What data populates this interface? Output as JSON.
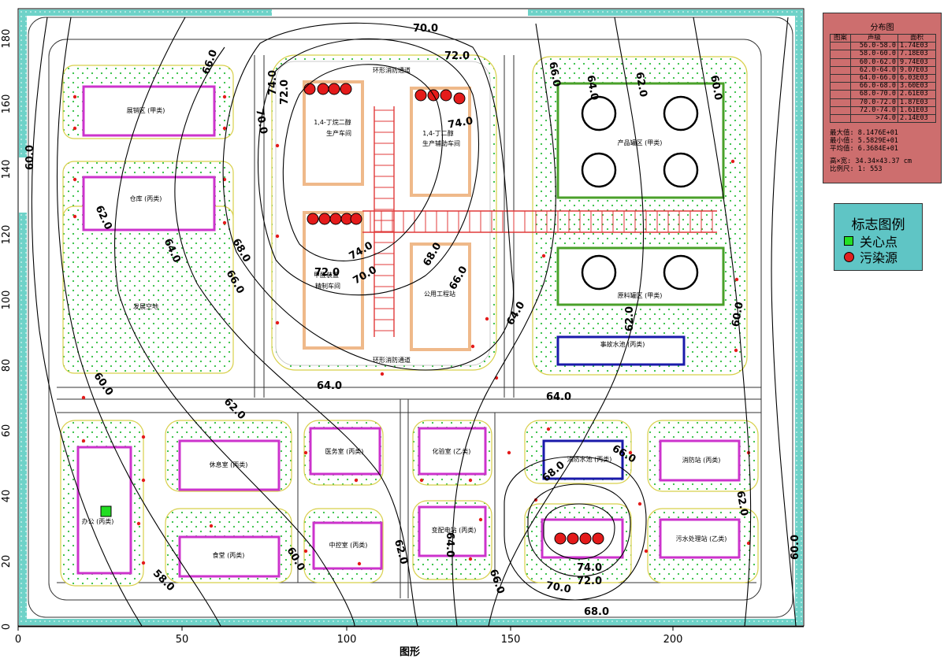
{
  "colors": {
    "contour": "#000000",
    "road": "#444444",
    "building_class_a": "#cc33cc",
    "tank_area": "#4aa02a",
    "water_building": "#1a1aaa",
    "greenery_dot": "#2fbf3f",
    "pollution_source": "#e41b1b",
    "care_point": "#22dd22",
    "legend_bg": "#cd6e6e",
    "symbol_bg": "#5fc5c5",
    "border_band": "#6ed2c8"
  },
  "axes": {
    "x_title": "图形",
    "x_ticks": [
      "0",
      "50",
      "100",
      "150",
      "200"
    ],
    "y_ticks": [
      "0",
      "20",
      "40",
      "60",
      "80",
      "100",
      "120",
      "140",
      "160",
      "180"
    ]
  },
  "distribution": {
    "title": "分布图",
    "headers": [
      "图案",
      "声级",
      "面积"
    ],
    "rows": [
      {
        "range": "56.0-58.0",
        "area": "1.74E03"
      },
      {
        "range": "58.0-60.0",
        "area": "7.18E03"
      },
      {
        "range": "60.0-62.0",
        "area": "9.74E03"
      },
      {
        "range": "62.0-64.0",
        "area": "9.07E03"
      },
      {
        "range": "64.0-66.0",
        "area": "6.03E03"
      },
      {
        "range": "66.0-68.0",
        "area": "3.60E03"
      },
      {
        "range": "68.0-70.0",
        "area": "2.61E03"
      },
      {
        "range": "70.0-72.0",
        "area": "1.87E03"
      },
      {
        "range": "72.0-74.0",
        "area": "1.61E03"
      },
      {
        "range": ">74.0",
        "area": "2.14E03"
      }
    ],
    "max_label": "最大值:",
    "max_value": "8.1476E+01",
    "min_label": "最小值:",
    "min_value": "5.5829E+01",
    "avg_label": "平均值:",
    "avg_value": "6.3684E+01",
    "size_label": "高×宽:",
    "size_value": "34.34×43.37 cm",
    "scale_label": "比例尺:",
    "scale_value": "1: 553"
  },
  "symbols": {
    "title": "标志图例",
    "care_point": "关心点",
    "pollution_source": "污染源"
  },
  "contour_labels": [
    "70.0",
    "72.0",
    "66.0",
    "66.0",
    "64.0",
    "62.0",
    "60.0",
    "74.0",
    "72.0",
    "70.0",
    "60.0",
    "62.0",
    "64.0",
    "68.0",
    "66.0",
    "72.0",
    "74.0",
    "70.0",
    "68.0",
    "66.0",
    "64.0",
    "74.0",
    "62.0",
    "60.0",
    "64.0",
    "64.0",
    "60.0",
    "62.0",
    "58.0",
    "60.0",
    "62.0",
    "64.0",
    "66.0",
    "70.0",
    "74.0",
    "72.0",
    "68.0",
    "68.0",
    "66.0",
    "62.0",
    "60.0"
  ],
  "buildings": {
    "admin": "展销区 (甲类)",
    "warehouse": "仓库 (丙类)",
    "vacant": "发展空地",
    "workshop1": "生产车间",
    "workshop1_sub": "1,4-丁烷二醇",
    "workshop2": "生产辅助车间",
    "workshop2_sub": "1,4-丁二醇",
    "workshop3": "精制车间",
    "workshop3_sub": "甲醛装置",
    "utility": "公用工程站",
    "road1": "环形消防通道",
    "road2": "环形消防通道",
    "product_tank": "产品罐区 (甲类)",
    "raw_tank": "原料罐区 (甲类)",
    "fire_pool": "事故水池 (丙类)",
    "office": "办公 (丙类)",
    "rest": "休息室 (丙类)",
    "canteen": "食堂 (丙类)",
    "medical": "医务室 (丙类)",
    "control": "中控室 (丙类)",
    "lab": "化验室 (乙类)",
    "substation": "变配电站 (丙类)",
    "firewater": "消防水池 (丙类)",
    "fire_station": "消防站 (丙类)",
    "sewage": "污水处理站 (乙类)"
  }
}
